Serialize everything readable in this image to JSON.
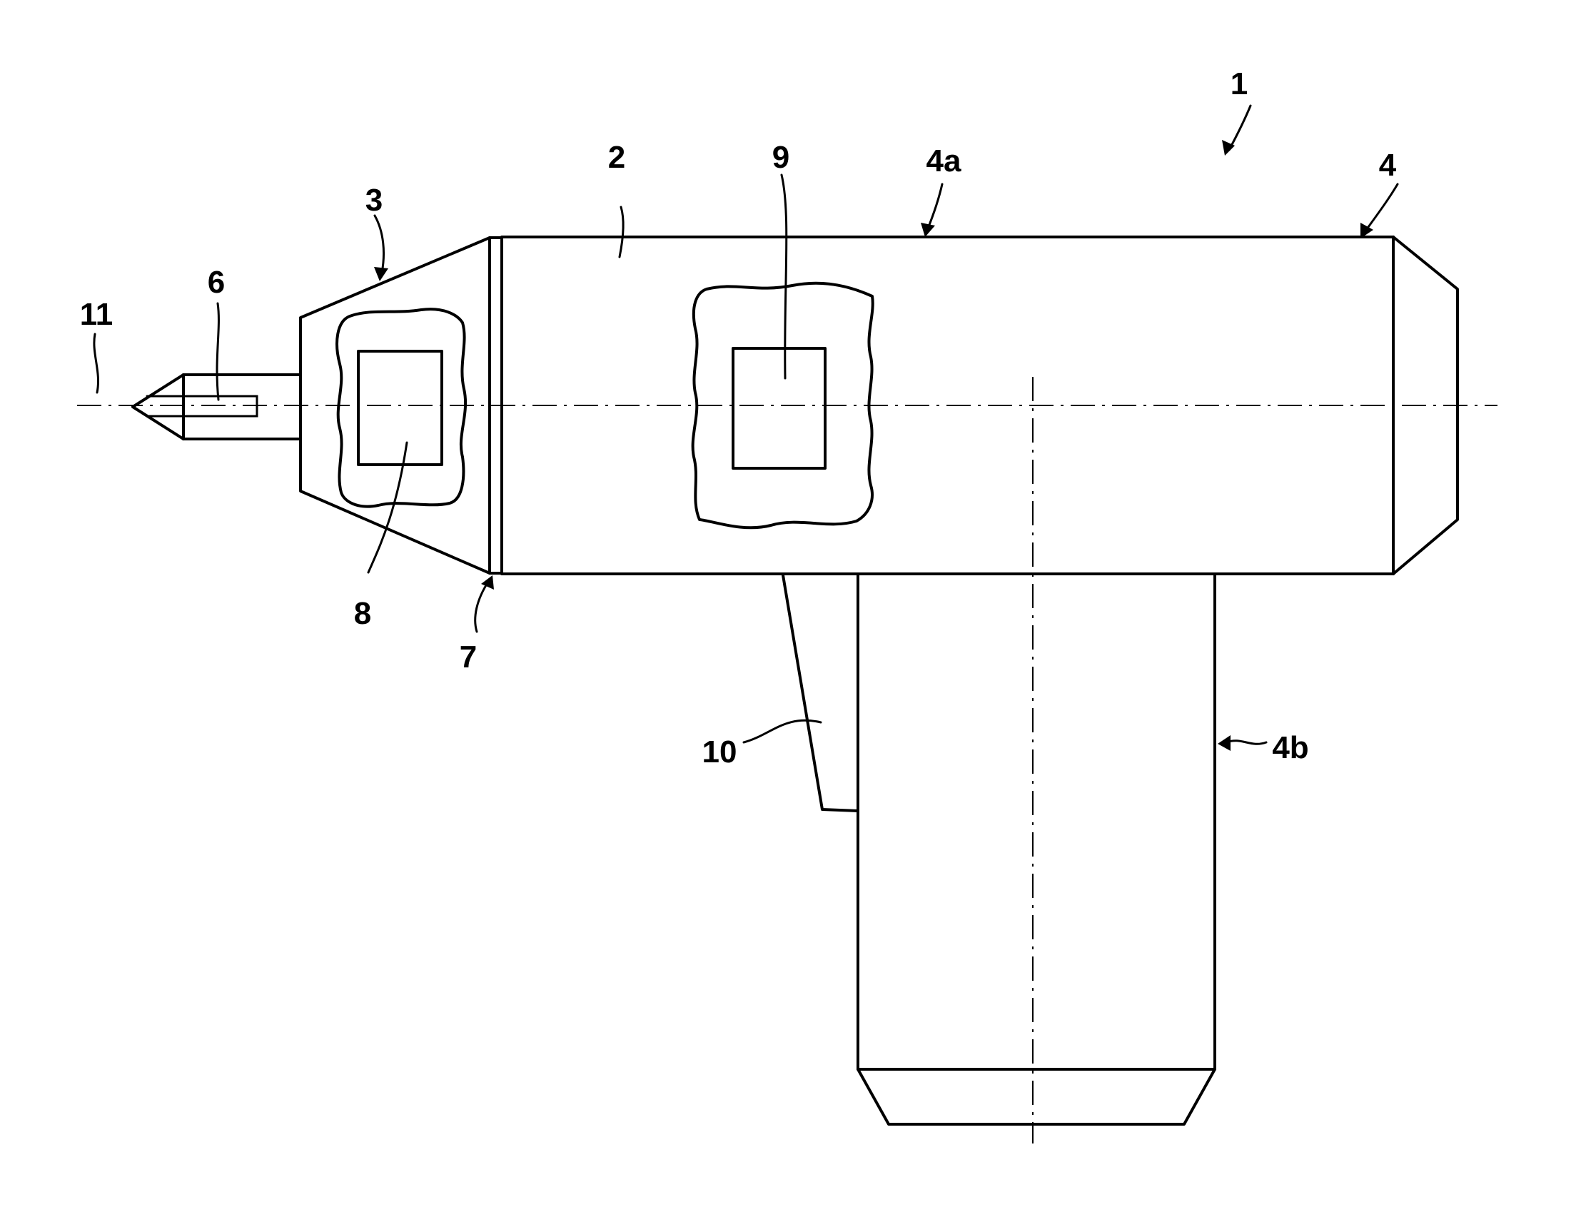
{
  "figure": {
    "labels": {
      "l1": "1",
      "l2": "2",
      "l3": "3",
      "l4": "4",
      "l4a": "4a",
      "l4b": "4b",
      "l6": "6",
      "l7": "7",
      "l8": "8",
      "l9": "9",
      "l10": "10",
      "l11": "11"
    }
  }
}
